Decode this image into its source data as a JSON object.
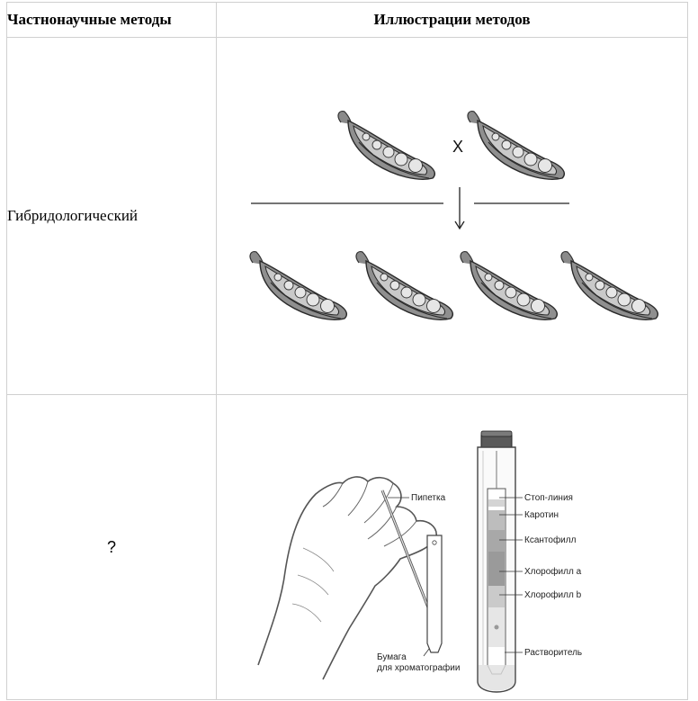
{
  "header": {
    "col_method": "Частнонаучные методы",
    "col_illustration": "Иллюстрации методов"
  },
  "rows": [
    {
      "method": "Гибридологический",
      "illustration": {
        "cross_symbol": "X",
        "parents": 2,
        "offspring": 4
      }
    },
    {
      "method": "?",
      "illustration": {
        "hand_labels": {
          "pipette": "Пипетка",
          "paper_line1": "Бумага",
          "paper_line2": "для хроматографии"
        },
        "tube_labels": [
          "Стоп-линия",
          "Каротин",
          "Ксантофилл",
          "Хлорофилл a",
          "Хлорофилл b",
          "Растворитель"
        ]
      }
    }
  ]
}
